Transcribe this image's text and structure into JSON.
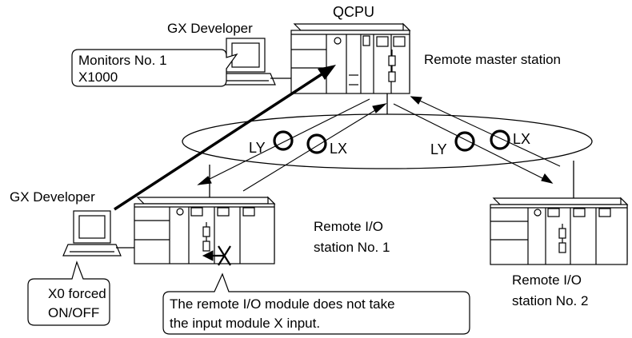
{
  "labels": {
    "qcpu": "QCPU",
    "gx_developer_top": "GX Developer",
    "gx_developer_left": "GX Developer",
    "remote_master_station": "Remote master station",
    "ly_left": "LY",
    "lx_left": "LX",
    "ly_right": "LY",
    "lx_right": "LX",
    "remote_io_1_line1": "Remote I/O",
    "remote_io_1_line2": "station No. 1",
    "remote_io_2_line1": "Remote I/O",
    "remote_io_2_line2": "station No. 2"
  },
  "callouts": {
    "monitors_line1": "Monitors No. 1",
    "monitors_line2": "X1000",
    "forced_line1": "X0 forced",
    "forced_line2": "ON/OFF",
    "remote_note_line1": "The remote I/O module does not take",
    "remote_note_line2": "the input module X input."
  },
  "colors": {
    "stroke": "#000000",
    "fill": "#ffffff"
  }
}
